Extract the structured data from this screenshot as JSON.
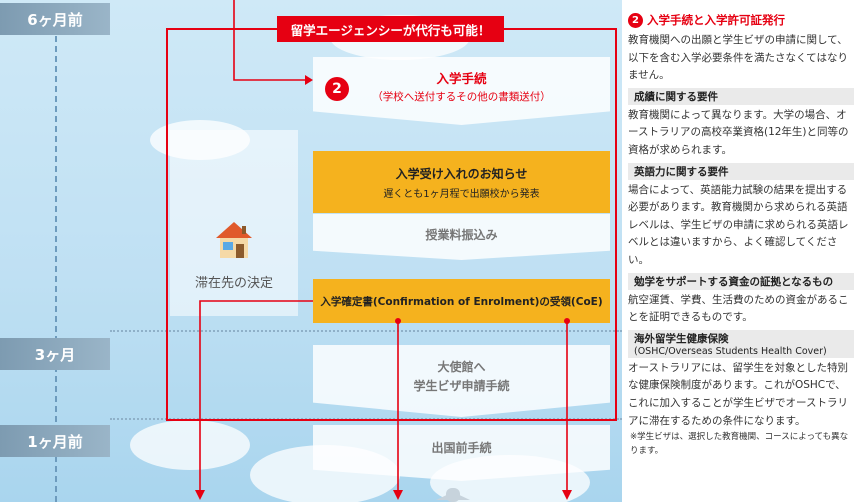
{
  "timeline": {
    "labels": [
      "6ヶ月前",
      "3ヶ月",
      "1ヶ月前"
    ]
  },
  "agency_badge": "留学エージェンシーが代行も可能！",
  "steps": {
    "step_number": "2",
    "enrollment": {
      "title": "入学手続",
      "subtitle": "（学校へ送付するその他の書類送付）"
    },
    "acceptance": {
      "title": "入学受け入れのお知らせ",
      "subtitle": "遅くとも1ヶ月程で出願校から発表"
    },
    "tuition": {
      "title": "授業料振込み"
    },
    "coe": {
      "title": "入学確定書(Confirmation of Enrolment)の受領(CoE)"
    },
    "visa": {
      "line1": "大使館へ",
      "line2": "学生ビザ申請手続"
    },
    "departure": {
      "title": "出国前手続"
    }
  },
  "center": {
    "label": "滞在先の決定",
    "icon": "house-icon"
  },
  "right_panel": {
    "title_num": "2",
    "title": "入学手続と入学許可証発行",
    "intro": "教育機関への出願と学生ビザの申請に関して、以下を含む入学必要条件を満たさなくてはなりません。",
    "sections": [
      {
        "head": "成績に関する要件",
        "text": "教育機関によって異なります。大学の場合、オーストラリアの高校卒業資格(12年生)と同等の資格が求められます。"
      },
      {
        "head": "英語力に関する要件",
        "text": "場合によって、英語能力試験の結果を提出する必要があります。教育機関から求められる英語レベルは、学生ビザの申請に求められる英語レベルとは違いますから、よく確認してください。"
      },
      {
        "head": "勉学をサポートする資金の証拠となるもの",
        "text": "航空運賃、学費、生活費のための資金があることを証明できるものです。"
      },
      {
        "head": "海外留学生健康保険",
        "sub": "(OSHC/Overseas Students Health Cover)",
        "text": "オーストラリアには、留学生を対象とした特別な健康保険制度があります。これがOSHCで、これに加入することが学生ビザでオーストラリアに滞在するための条件になります。"
      }
    ],
    "note": "※学生ビザは、選択した教育機関、コースによっても異なります。"
  },
  "colors": {
    "accent_red": "#e60012",
    "yellow": "#f5b21e",
    "timeline_gray": "#8aa6ba"
  }
}
